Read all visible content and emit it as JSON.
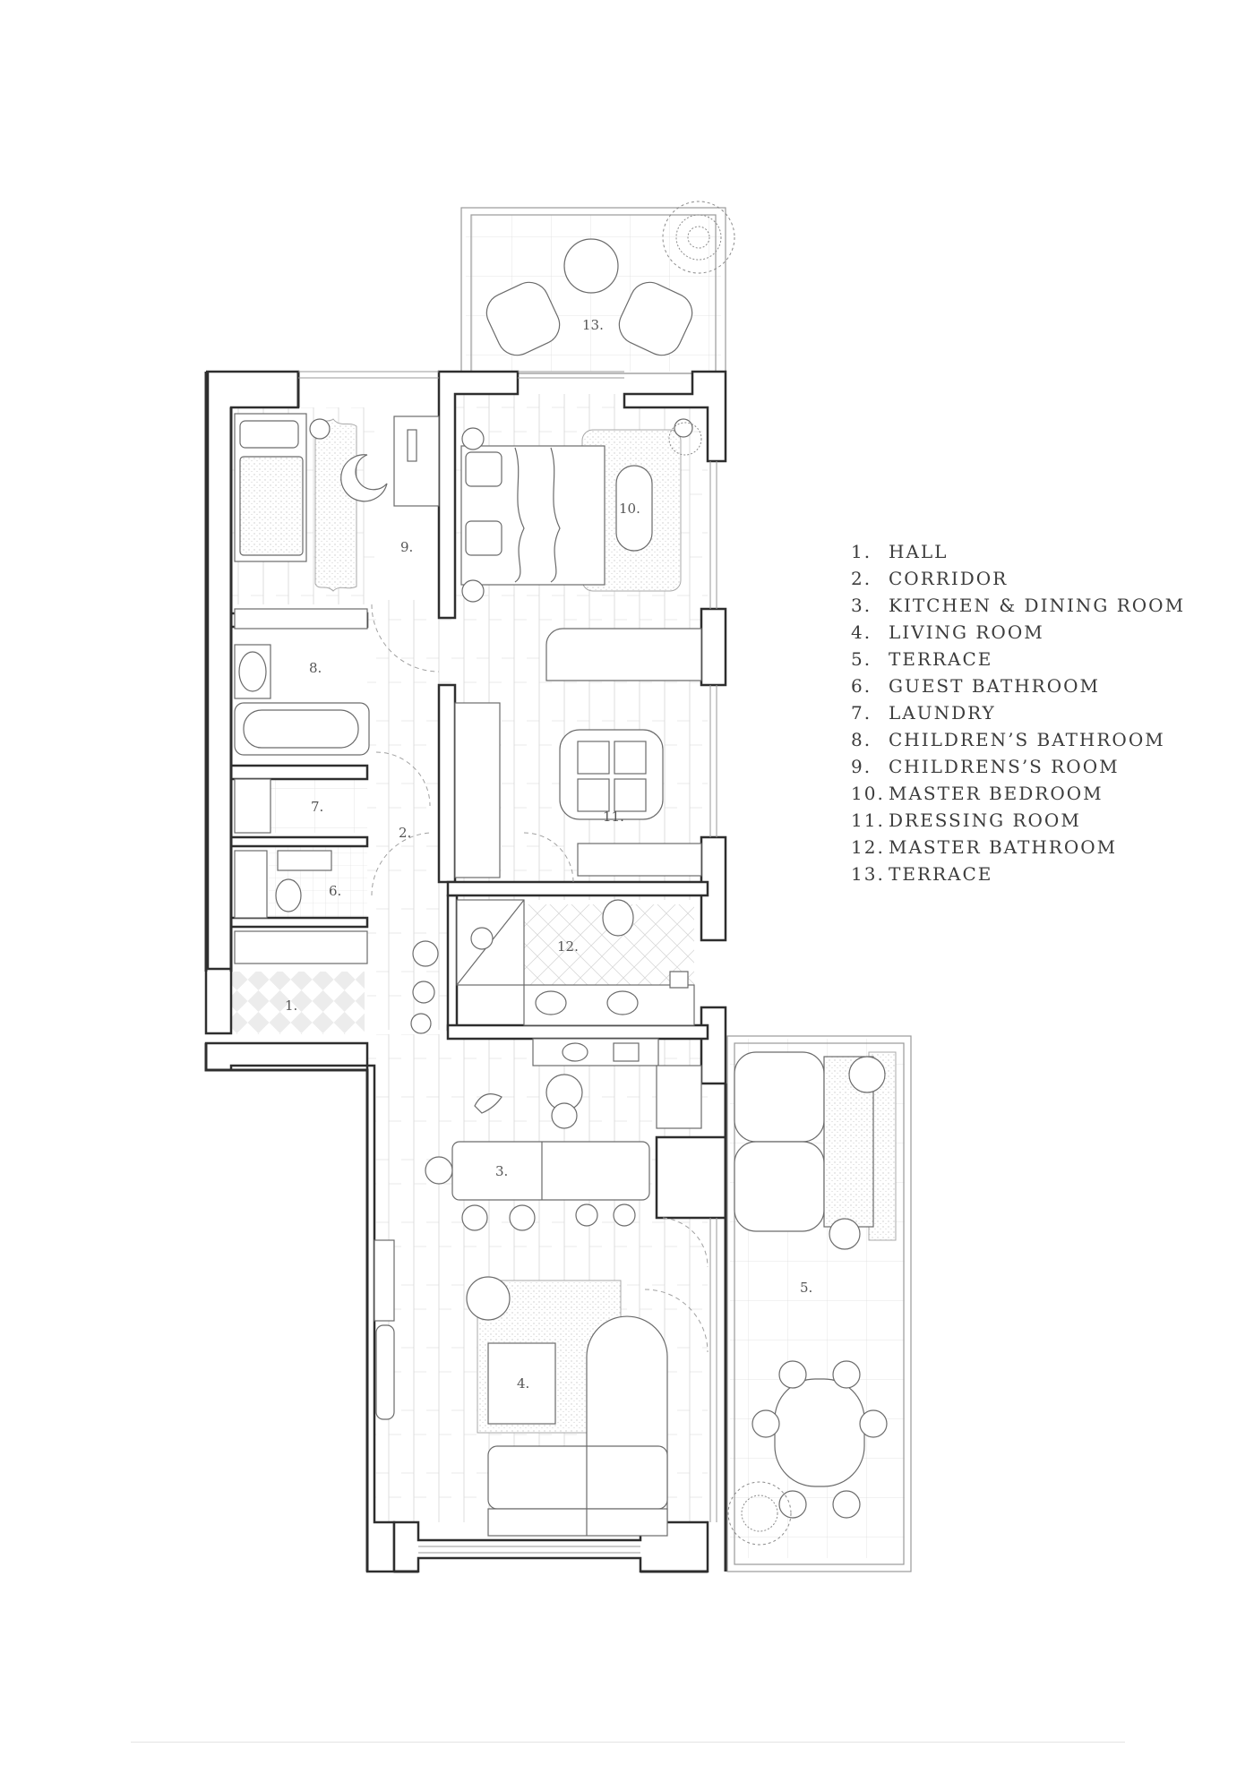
{
  "legend": [
    {
      "num": "1.",
      "label": "HALL"
    },
    {
      "num": "2.",
      "label": "CORRIDOR"
    },
    {
      "num": "3.",
      "label": "KITCHEN & DINING ROOM"
    },
    {
      "num": "4.",
      "label": "LIVING ROOM"
    },
    {
      "num": "5.",
      "label": "TERRACE"
    },
    {
      "num": "6.",
      "label": "GUEST BATHROOM"
    },
    {
      "num": "7.",
      "label": "LAUNDRY"
    },
    {
      "num": "8.",
      "label": "CHILDREN’S BATHROOM"
    },
    {
      "num": "9.",
      "label": "CHILDRENS’S ROOM"
    },
    {
      "num": "10.",
      "label": "MASTER BEDROOM"
    },
    {
      "num": "11.",
      "label": "DRESSING ROOM"
    },
    {
      "num": "12.",
      "label": "MASTER BATHROOM"
    },
    {
      "num": "13.",
      "label": "TERRACE"
    }
  ],
  "room_numbers": {
    "r1": "1.",
    "r2": "2.",
    "r3": "3.",
    "r4": "4.",
    "r5": "5.",
    "r6": "6.",
    "r7": "7.",
    "r8": "8.",
    "r9": "9.",
    "r10": "10.",
    "r11": "11.",
    "r12": "12.",
    "r13": "13."
  },
  "colors": {
    "wall": "#2e2e2e",
    "line": "#9a9a9a",
    "text": "#3c3c3c"
  }
}
